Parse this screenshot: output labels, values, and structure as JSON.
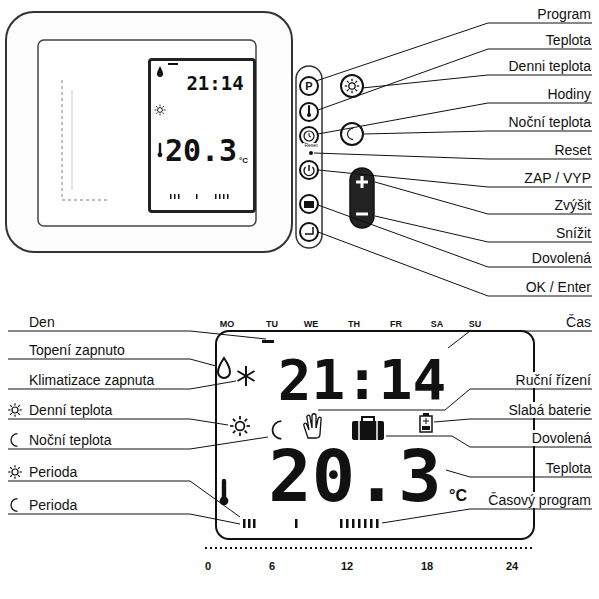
{
  "diagram": {
    "nodes": [
      {
        "text": [
          "21:14",
          "20.3",
          "°C"
        ]
      },
      {
        "text": [
          "MO",
          "TU",
          "WE",
          "TH",
          "FR",
          "SA",
          "SU",
          "21:14",
          "20.3",
          "°C"
        ]
      }
    ],
    "labels": [
      "Program",
      "Teplota",
      "Denni teplota",
      "Hodiny",
      "Noční teplota",
      "Reset",
      "ZAP / VYP",
      "Zvýšit",
      "Snížit",
      "Dovolená",
      "OK / Enter",
      "P",
      "Reset",
      "Den",
      "Topení zapnuto",
      "Klimatizace zapnuta",
      "Denní teplota",
      "Noční teplota",
      "Perioda",
      "Perioda",
      "Čas",
      "Ruční řízení",
      "Slabá baterie",
      "Dovolená",
      "Teplota",
      "Časový program",
      "0",
      "6",
      "12",
      "18",
      "24"
    ]
  }
}
